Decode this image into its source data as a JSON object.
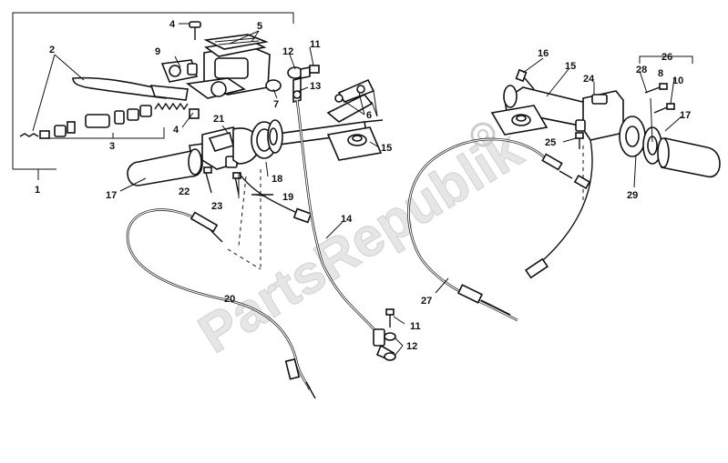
{
  "watermark": "PartsRepublik",
  "callouts": [
    "1",
    "2",
    "3",
    "4",
    "4",
    "5",
    "6",
    "7",
    "8",
    "9",
    "10",
    "11",
    "11",
    "12",
    "12",
    "13",
    "14",
    "15",
    "15",
    "16",
    "17",
    "17",
    "18",
    "19",
    "20",
    "21",
    "22",
    "23",
    "24",
    "25",
    "26",
    "27",
    "28",
    "29"
  ]
}
